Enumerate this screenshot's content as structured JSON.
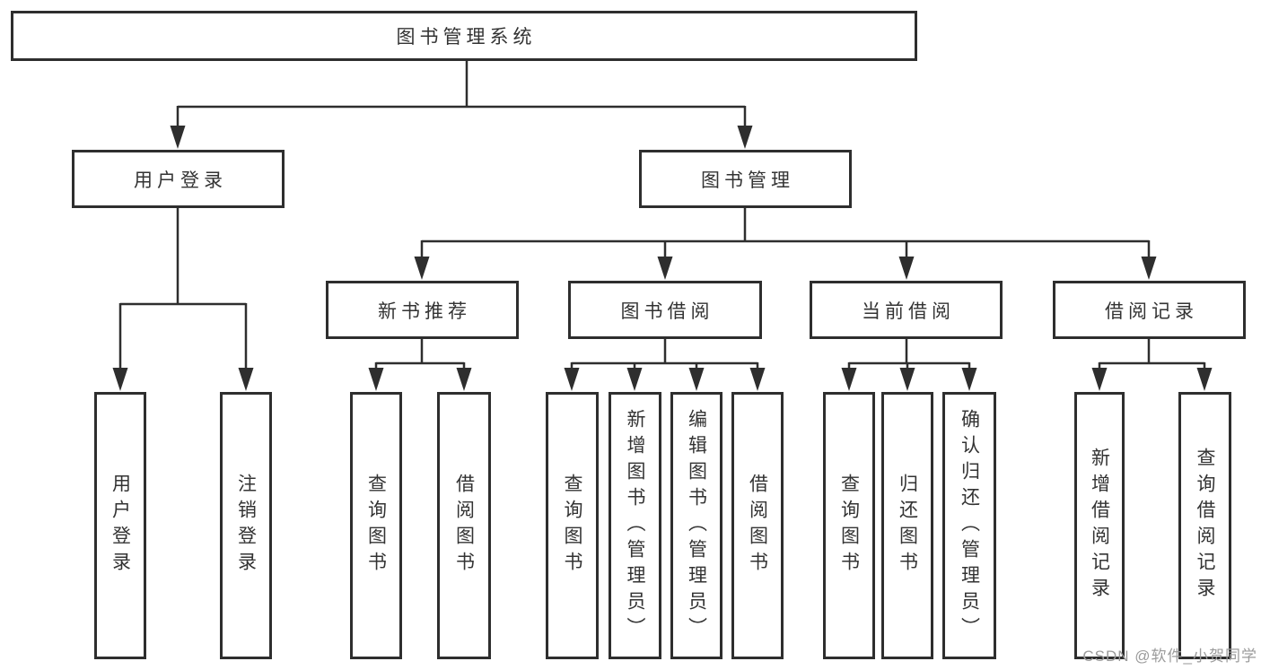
{
  "nodes": {
    "root": "图书管理系统",
    "user_login": "用户登录",
    "book_management": "图书管理",
    "new_book_recommend": "新书推荐",
    "book_borrow": "图书借阅",
    "current_borrow": "当前借阅",
    "borrow_records": "借阅记录",
    "ul_user_login": "用户登录",
    "ul_logout": "注销登录",
    "nb_query_books": "查询图书",
    "nb_borrow_books": "借阅图书",
    "bb_query_books": "查询图书",
    "bb_add_books": "新增图书（管理员）",
    "bb_edit_books": "编辑图书（管理员）",
    "bb_borrow_books": "借阅图书",
    "cb_query_books": "查询图书",
    "cb_return_books": "归还图书",
    "cb_confirm_return": "确认归还（管理员）",
    "br_add_record": "新增借阅记录",
    "br_query_record": "查询借阅记录"
  },
  "structure": {
    "图书管理系统": [
      "用户登录",
      "图书管理"
    ],
    "用户登录": [
      "用户登录",
      "注销登录"
    ],
    "图书管理": [
      "新书推荐",
      "图书借阅",
      "当前借阅",
      "借阅记录"
    ],
    "新书推荐": [
      "查询图书",
      "借阅图书"
    ],
    "图书借阅": [
      "查询图书",
      "新增图书（管理员）",
      "编辑图书（管理员）",
      "借阅图书"
    ],
    "当前借阅": [
      "查询图书",
      "归还图书",
      "确认归还（管理员）"
    ],
    "借阅记录": [
      "新增借阅记录",
      "查询借阅记录"
    ]
  },
  "watermark": "CSDN @软件_小贺同学",
  "colors": {
    "line": "#2e2e2e",
    "text": "#333333",
    "watermark": "#9b9b9b",
    "background": "#ffffff"
  }
}
